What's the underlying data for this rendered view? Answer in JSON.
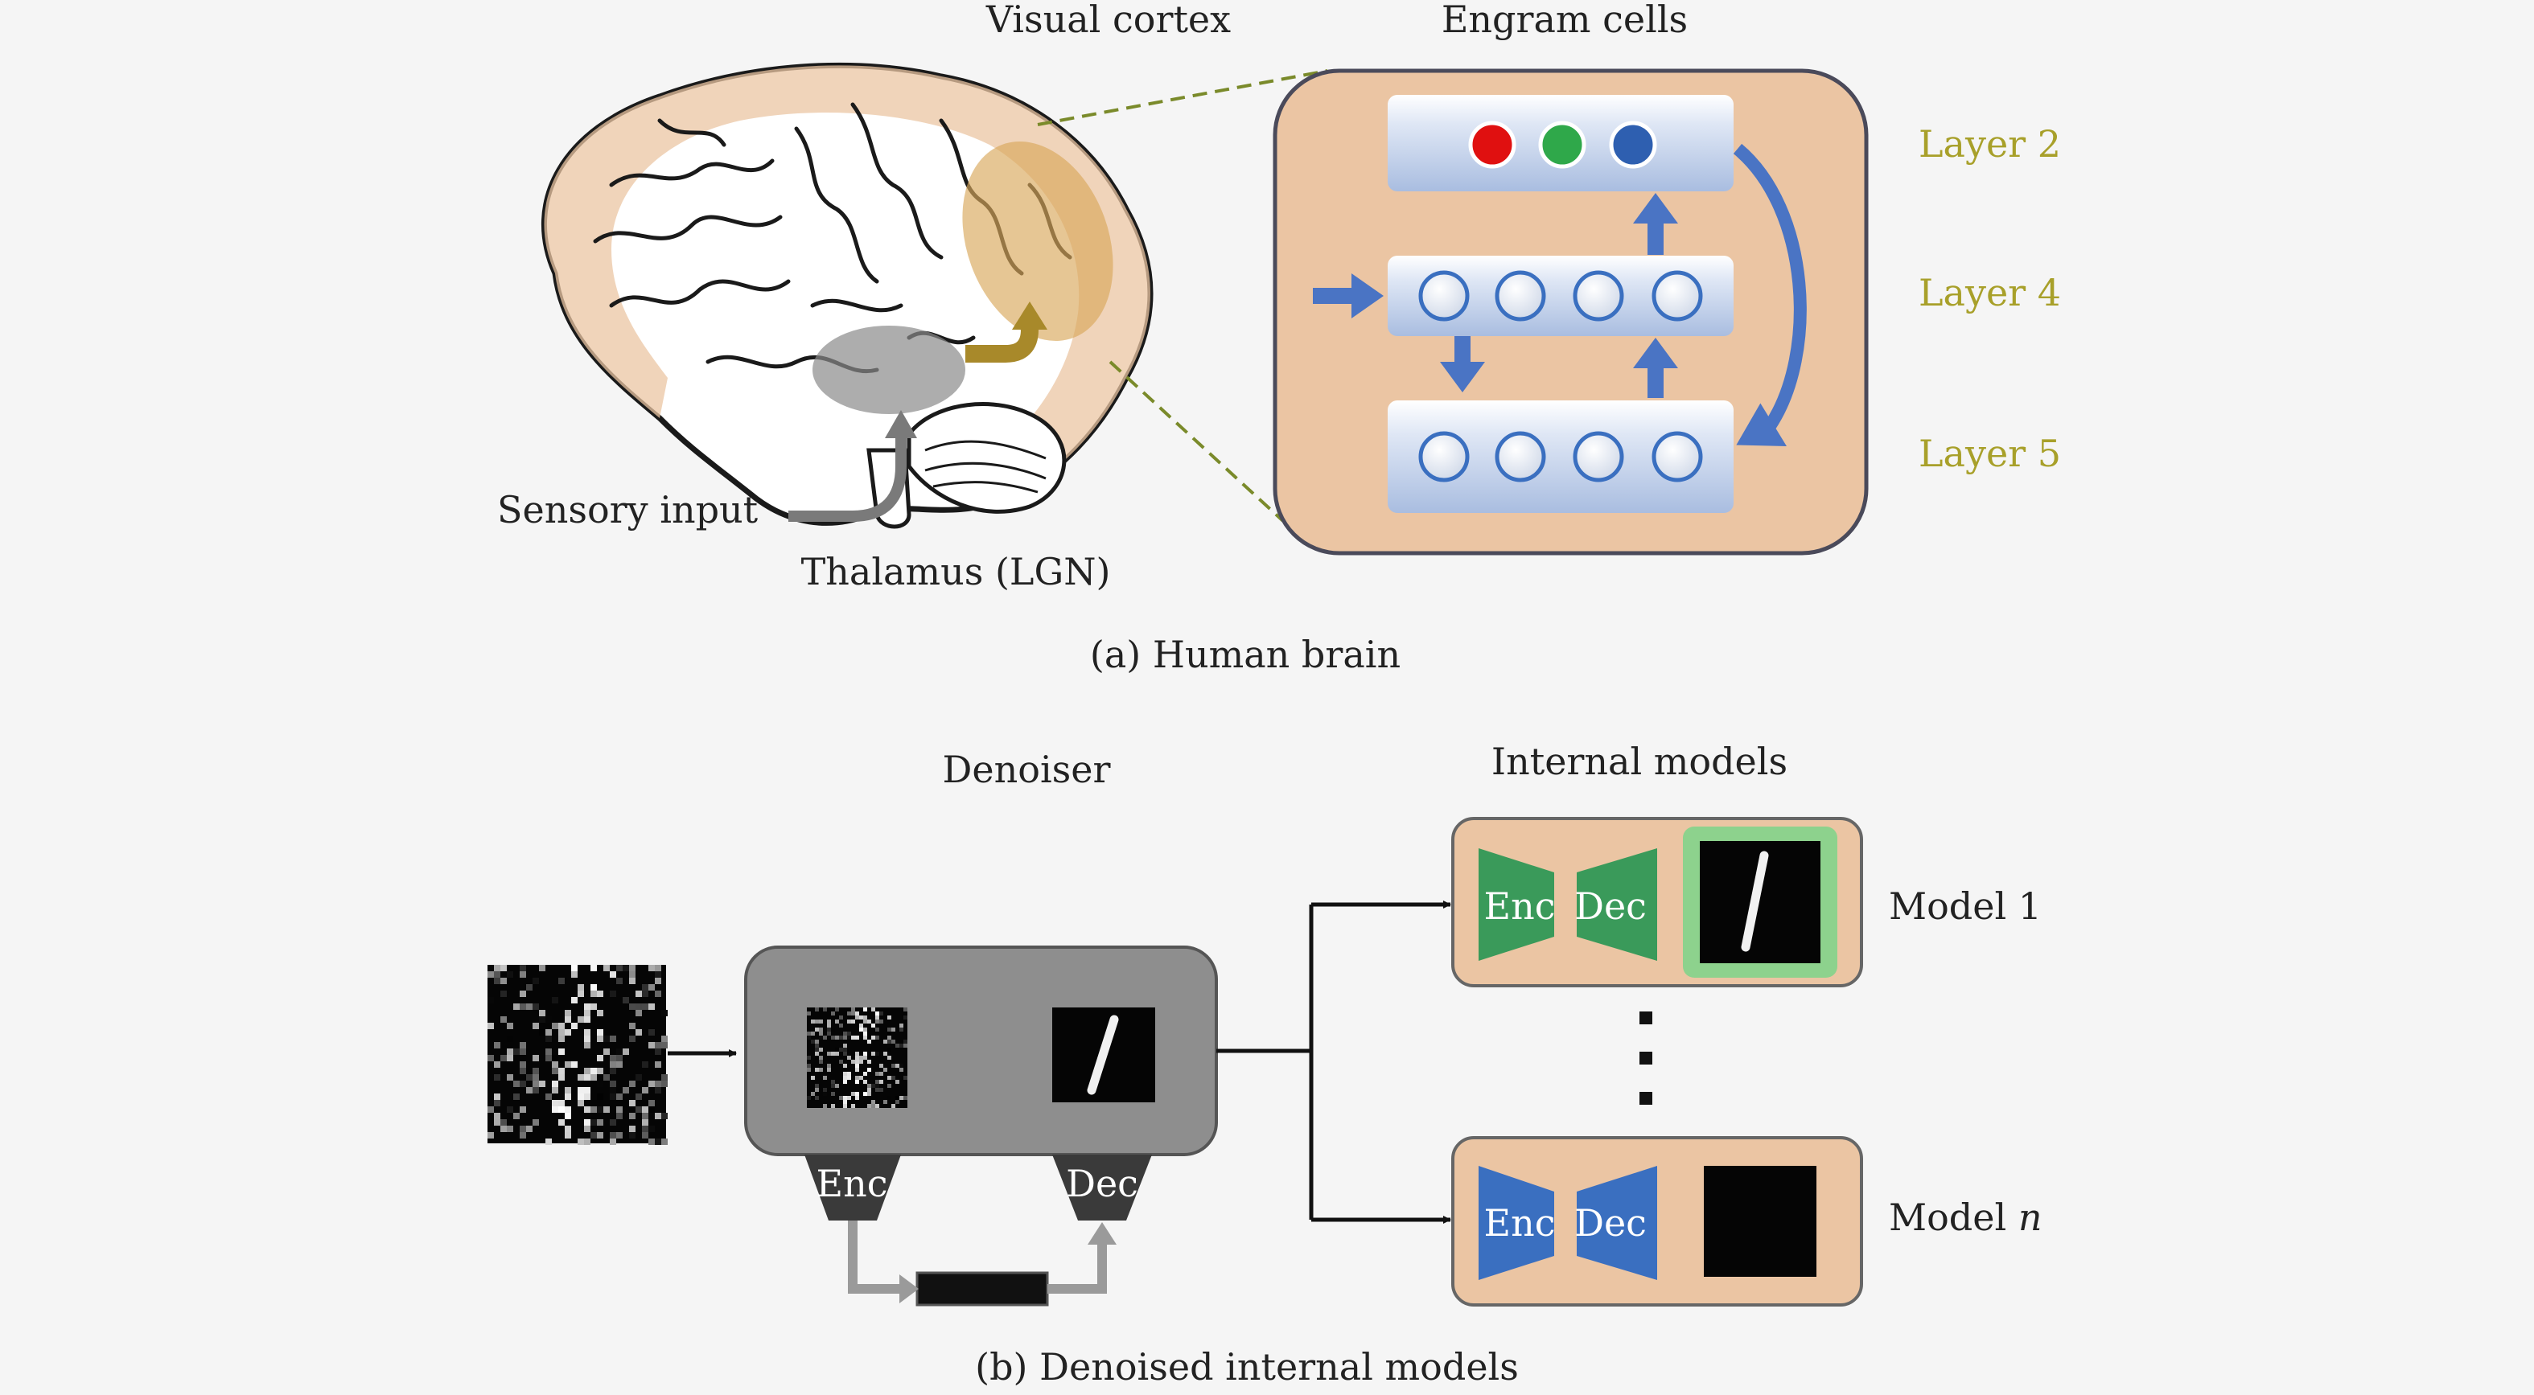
{
  "panel_a": {
    "caption": "(a) Human brain",
    "visual_cortex_label": "Visual cortex",
    "engram_cells_label": "Engram cells",
    "sensory_input_label": "Sensory input",
    "thalamus_label": "Thalamus (LGN)",
    "layers": [
      "Layer 2",
      "Layer 4",
      "Layer 5"
    ]
  },
  "panel_b": {
    "caption": "(b) Denoised internal models",
    "denoiser_label": "Denoiser",
    "internal_models_label": "Internal models",
    "enc_label": "Enc",
    "dec_label": "Dec",
    "model_1_label": "Model 1",
    "model_n_prefix": "Model ",
    "model_n_var": "n"
  },
  "colors": {
    "background": "#f5f5f5",
    "panel_fill": "#ebc5a3",
    "layer_band": "#b9c9e6",
    "arrow_blue": "#4a74c4",
    "layer_label": "#a8a02a",
    "active_green": "#3a9a5a",
    "inactive_blue": "#3a6fc0",
    "denoiser_gray": "#8e8e8e",
    "dark_block": "#3a3a3a",
    "neuron_red": "#e01010",
    "neuron_green": "#2fa84a",
    "neuron_blue": "#2e5fb0"
  }
}
